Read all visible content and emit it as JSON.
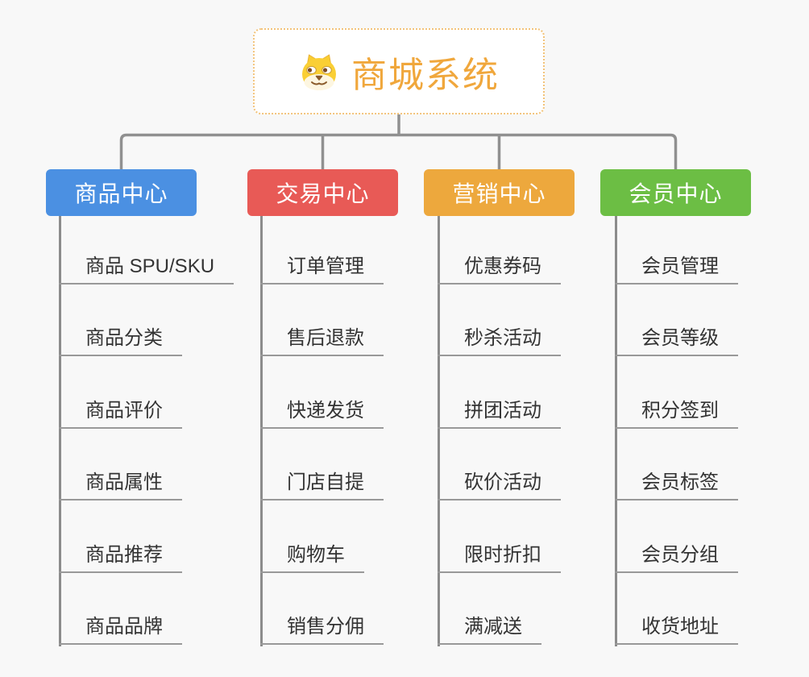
{
  "page": {
    "background_color": "#f8f8f8",
    "connector_color": "#909090",
    "item_line_color": "#999999",
    "item_text_color": "#333333"
  },
  "root": {
    "title": "商城系统",
    "icon": "dog-face-icon",
    "text_color": "#f0a73c",
    "border_color": "#f2c37a"
  },
  "branches": [
    {
      "label": "商品中心",
      "color": "#4b90e2",
      "items": [
        "商品 SPU/SKU",
        "商品分类",
        "商品评价",
        "商品属性",
        "商品推荐",
        "商品品牌"
      ]
    },
    {
      "label": "交易中心",
      "color": "#e85a56",
      "items": [
        "订单管理",
        "售后退款",
        "快递发货",
        "门店自提",
        "购物车",
        "销售分佣"
      ]
    },
    {
      "label": "营销中心",
      "color": "#eda83d",
      "items": [
        "优惠券码",
        "秒杀活动",
        "拼团活动",
        "砍价活动",
        "限时折扣",
        "满减送"
      ]
    },
    {
      "label": "会员中心",
      "color": "#6cbe44",
      "items": [
        "会员管理",
        "会员等级",
        "积分签到",
        "会员标签",
        "会员分组",
        "收货地址"
      ]
    }
  ]
}
